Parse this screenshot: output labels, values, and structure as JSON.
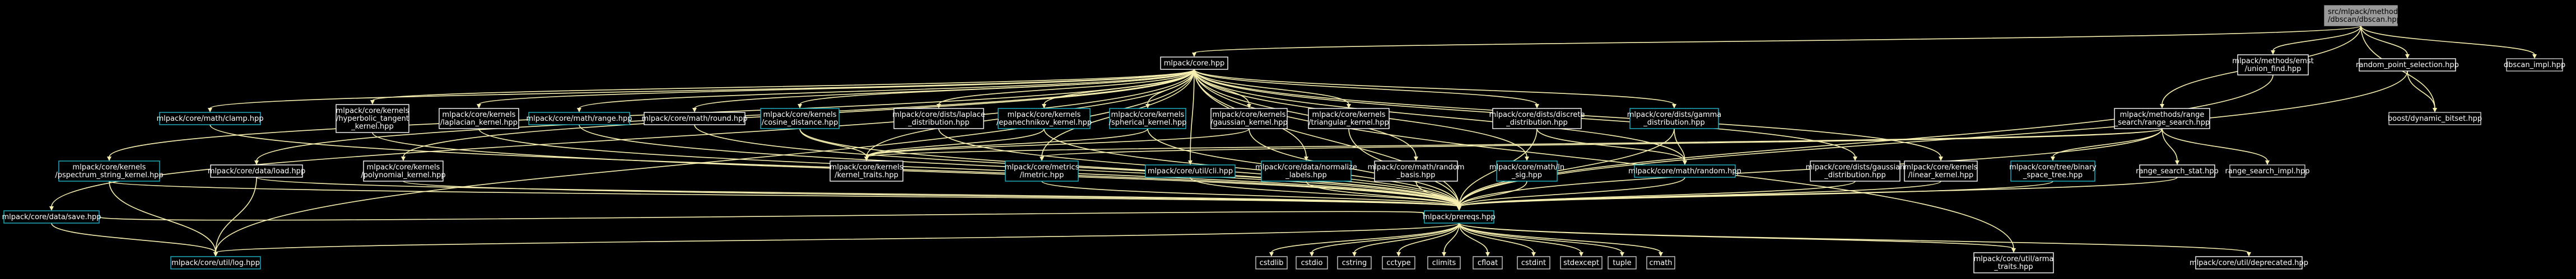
{
  "graph": {
    "nodes": [
      {
        "id": "root",
        "label": [
          "src/mlpack/methods",
          "/dbscan/dbscan.hpp"
        ],
        "style": "root"
      },
      {
        "id": "core",
        "label": [
          "mlpack/core.hpp"
        ],
        "style": "white"
      },
      {
        "id": "emst",
        "label": [
          "mlpack/methods/emst",
          "/union_find.hpp"
        ],
        "style": "white"
      },
      {
        "id": "rps",
        "label": [
          "random_point_selection.hpp"
        ],
        "style": "white"
      },
      {
        "id": "impl",
        "label": [
          "dbscan_impl.hpp"
        ],
        "style": "grey"
      },
      {
        "id": "boost",
        "label": [
          "boost/dynamic_bitset.hpp"
        ],
        "style": "grey"
      },
      {
        "id": "clamp",
        "label": [
          "mlpack/core/math/clamp.hpp"
        ],
        "style": "cyan"
      },
      {
        "id": "hyper",
        "label": [
          "mlpack/core/kernels",
          "/hyperbolic_tangent",
          "_kernel.hpp"
        ],
        "style": "white"
      },
      {
        "id": "lapk",
        "label": [
          "mlpack/core/kernels",
          "/laplacian_kernel.hpp"
        ],
        "style": "white"
      },
      {
        "id": "range",
        "label": [
          "mlpack/core/math/range.hpp"
        ],
        "style": "cyan"
      },
      {
        "id": "round",
        "label": [
          "mlpack/core/math/round.hpp"
        ],
        "style": "white"
      },
      {
        "id": "cosine",
        "label": [
          "mlpack/core/kernels",
          "/cosine_distance.hpp"
        ],
        "style": "cyan"
      },
      {
        "id": "lapd",
        "label": [
          "mlpack/core/dists/laplace",
          "_distribution.hpp"
        ],
        "style": "white"
      },
      {
        "id": "epan",
        "label": [
          "mlpack/core/kernels",
          "/epanechnikov_kernel.hpp"
        ],
        "style": "cyan"
      },
      {
        "id": "sph",
        "label": [
          "mlpack/core/kernels",
          "/spherical_kernel.hpp"
        ],
        "style": "cyan"
      },
      {
        "id": "gauk",
        "label": [
          "mlpack/core/kernels",
          "/gaussian_kernel.hpp"
        ],
        "style": "white"
      },
      {
        "id": "tri",
        "label": [
          "mlpack/core/kernels",
          "/triangular_kernel.hpp"
        ],
        "style": "white"
      },
      {
        "id": "disc",
        "label": [
          "mlpack/core/dists/discrete",
          "_distribution.hpp"
        ],
        "style": "white"
      },
      {
        "id": "gamma",
        "label": [
          "mlpack/core/dists/gamma",
          "_distribution.hpp"
        ],
        "style": "cyan"
      },
      {
        "id": "rs",
        "label": [
          "mlpack/methods/range",
          "_search/range_search.hpp"
        ],
        "style": "white"
      },
      {
        "id": "pspec",
        "label": [
          "mlpack/core/kernels",
          "/pspectrum_string_kernel.hpp"
        ],
        "style": "cyan"
      },
      {
        "id": "load",
        "label": [
          "mlpack/core/data/load.hpp"
        ],
        "style": "white"
      },
      {
        "id": "poly",
        "label": [
          "mlpack/core/kernels",
          "/polynomial_kernel.hpp"
        ],
        "style": "white"
      },
      {
        "id": "ktraits",
        "label": [
          "mlpack/core/kernels",
          "/kernel_traits.hpp"
        ],
        "style": "white"
      },
      {
        "id": "lmetric",
        "label": [
          "mlpack/core/metrics",
          "/lmetric.hpp"
        ],
        "style": "cyan"
      },
      {
        "id": "cli",
        "label": [
          "mlpack/core/util/cli.hpp"
        ],
        "style": "cyan"
      },
      {
        "id": "normlab",
        "label": [
          "mlpack/core/data/normalize",
          "_labels.hpp"
        ],
        "style": "cyan"
      },
      {
        "id": "rbasis",
        "label": [
          "mlpack/core/math/random",
          "_basis.hpp"
        ],
        "style": "white"
      },
      {
        "id": "lnsig",
        "label": [
          "mlpack/core/math/ln",
          "_sig.hpp"
        ],
        "style": "cyan"
      },
      {
        "id": "mrand",
        "label": [
          "mlpack/core/math/random.hpp"
        ],
        "style": "cyan"
      },
      {
        "id": "gaud",
        "label": [
          "mlpack/core/dists/gaussian",
          "_distribution.hpp"
        ],
        "style": "white"
      },
      {
        "id": "link",
        "label": [
          "mlpack/core/kernels",
          "/linear_kernel.hpp"
        ],
        "style": "white"
      },
      {
        "id": "binary",
        "label": [
          "mlpack/core/tree/binary",
          "_space_tree.hpp"
        ],
        "style": "cyan"
      },
      {
        "id": "rsstat",
        "label": [
          "range_search_stat.hpp"
        ],
        "style": "white"
      },
      {
        "id": "rsimpl",
        "label": [
          "range_search_impl.hpp"
        ],
        "style": "grey"
      },
      {
        "id": "save",
        "label": [
          "mlpack/core/data/save.hpp"
        ],
        "style": "cyan"
      },
      {
        "id": "prereqs",
        "label": [
          "mlpack/prereqs.hpp"
        ],
        "style": "cyan"
      },
      {
        "id": "log",
        "label": [
          "mlpack/core/util/log.hpp"
        ],
        "style": "cyan"
      },
      {
        "id": "cstdlib",
        "label": [
          "cstdlib"
        ],
        "style": "grey"
      },
      {
        "id": "cstdio",
        "label": [
          "cstdio"
        ],
        "style": "grey"
      },
      {
        "id": "cstring",
        "label": [
          "cstring"
        ],
        "style": "grey"
      },
      {
        "id": "cctype",
        "label": [
          "cctype"
        ],
        "style": "grey"
      },
      {
        "id": "climits",
        "label": [
          "climits"
        ],
        "style": "grey"
      },
      {
        "id": "cfloat",
        "label": [
          "cfloat"
        ],
        "style": "grey"
      },
      {
        "id": "cstdint",
        "label": [
          "cstdint"
        ],
        "style": "grey"
      },
      {
        "id": "stdexcept",
        "label": [
          "stdexcept"
        ],
        "style": "grey"
      },
      {
        "id": "tuple",
        "label": [
          "tuple"
        ],
        "style": "grey"
      },
      {
        "id": "cmath",
        "label": [
          "cmath"
        ],
        "style": "grey"
      },
      {
        "id": "arma",
        "label": [
          "mlpack/core/util/arma",
          "_traits.hpp"
        ],
        "style": "white"
      },
      {
        "id": "deprec",
        "label": [
          "mlpack/core/util/deprecated.hpp"
        ],
        "style": "white"
      }
    ],
    "edges": [
      [
        "root",
        "core"
      ],
      [
        "root",
        "emst"
      ],
      [
        "root",
        "rps"
      ],
      [
        "root",
        "impl"
      ],
      [
        "root",
        "boost"
      ],
      [
        "root",
        "rs"
      ],
      [
        "core",
        "clamp"
      ],
      [
        "core",
        "hyper"
      ],
      [
        "core",
        "lapk"
      ],
      [
        "core",
        "range"
      ],
      [
        "core",
        "round"
      ],
      [
        "core",
        "cosine"
      ],
      [
        "core",
        "lapd"
      ],
      [
        "core",
        "epan"
      ],
      [
        "core",
        "sph"
      ],
      [
        "core",
        "gauk"
      ],
      [
        "core",
        "tri"
      ],
      [
        "core",
        "disc"
      ],
      [
        "core",
        "gamma"
      ],
      [
        "core",
        "pspec"
      ],
      [
        "core",
        "load"
      ],
      [
        "core",
        "poly"
      ],
      [
        "core",
        "ktraits"
      ],
      [
        "core",
        "lmetric"
      ],
      [
        "core",
        "cli"
      ],
      [
        "core",
        "normlab"
      ],
      [
        "core",
        "rbasis"
      ],
      [
        "core",
        "lnsig"
      ],
      [
        "core",
        "mrand"
      ],
      [
        "core",
        "gaud"
      ],
      [
        "core",
        "link"
      ],
      [
        "core",
        "save"
      ],
      [
        "core",
        "prereqs"
      ],
      [
        "core",
        "log"
      ],
      [
        "core",
        "arma"
      ],
      [
        "emst",
        "prereqs"
      ],
      [
        "rps",
        "boost"
      ],
      [
        "rps",
        "prereqs"
      ],
      [
        "rs",
        "binary"
      ],
      [
        "rs",
        "rsstat"
      ],
      [
        "rs",
        "rsimpl"
      ],
      [
        "rs",
        "ktraits"
      ],
      [
        "rs",
        "lmetric"
      ],
      [
        "rs",
        "prereqs"
      ],
      [
        "clamp",
        "prereqs"
      ],
      [
        "hyper",
        "prereqs"
      ],
      [
        "lapk",
        "prereqs"
      ],
      [
        "range",
        "prereqs"
      ],
      [
        "round",
        "prereqs"
      ],
      [
        "cosine",
        "ktraits"
      ],
      [
        "cosine",
        "prereqs"
      ],
      [
        "lapd",
        "prereqs"
      ],
      [
        "epan",
        "ktraits"
      ],
      [
        "epan",
        "prereqs"
      ],
      [
        "sph",
        "ktraits"
      ],
      [
        "sph",
        "prereqs"
      ],
      [
        "gauk",
        "ktraits"
      ],
      [
        "gauk",
        "prereqs"
      ],
      [
        "tri",
        "prereqs"
      ],
      [
        "disc",
        "mrand"
      ],
      [
        "disc",
        "prereqs"
      ],
      [
        "gamma",
        "mrand"
      ],
      [
        "gamma",
        "prereqs"
      ],
      [
        "pspec",
        "prereqs"
      ],
      [
        "pspec",
        "log"
      ],
      [
        "load",
        "prereqs"
      ],
      [
        "load",
        "log"
      ],
      [
        "poly",
        "prereqs"
      ],
      [
        "lmetric",
        "prereqs"
      ],
      [
        "cli",
        "prereqs"
      ],
      [
        "normlab",
        "prereqs"
      ],
      [
        "rbasis",
        "prereqs"
      ],
      [
        "lnsig",
        "prereqs"
      ],
      [
        "mrand",
        "prereqs"
      ],
      [
        "gaud",
        "prereqs"
      ],
      [
        "link",
        "prereqs"
      ],
      [
        "binary",
        "prereqs"
      ],
      [
        "rsstat",
        "prereqs"
      ],
      [
        "save",
        "log"
      ],
      [
        "save",
        "prereqs"
      ],
      [
        "prereqs",
        "log"
      ],
      [
        "prereqs",
        "cstdlib"
      ],
      [
        "prereqs",
        "cstdio"
      ],
      [
        "prereqs",
        "cstring"
      ],
      [
        "prereqs",
        "cctype"
      ],
      [
        "prereqs",
        "climits"
      ],
      [
        "prereqs",
        "cfloat"
      ],
      [
        "prereqs",
        "cstdint"
      ],
      [
        "prereqs",
        "stdexcept"
      ],
      [
        "prereqs",
        "tuple"
      ],
      [
        "prereqs",
        "cmath"
      ],
      [
        "prereqs",
        "arma"
      ],
      [
        "prereqs",
        "deprec"
      ]
    ]
  }
}
